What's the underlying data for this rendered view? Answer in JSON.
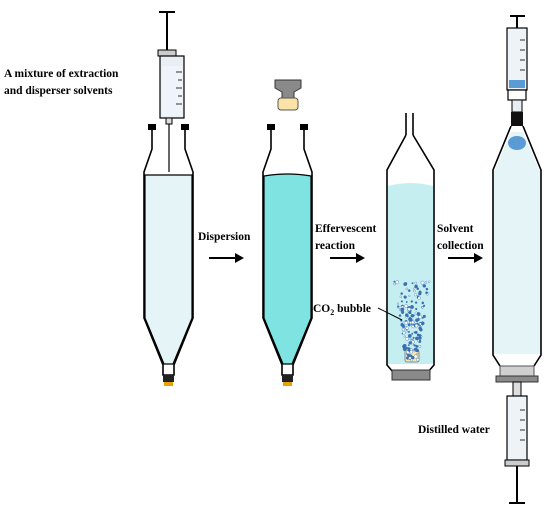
{
  "labels": {
    "solvent_mixture_line1": "A mixture of extraction",
    "solvent_mixture_line2": "and disperser solvents",
    "dispersion": "Dispersion",
    "effervescent_line1": "Effervescent",
    "effervescent_line2": "reaction",
    "co2_prefix": "CO",
    "co2_subscript": "2",
    "co2_suffix": " bubble",
    "collection_line1": "Solvent",
    "collection_line2": "collection",
    "distilled_water": "Distilled water"
  },
  "colors": {
    "liquid_light": "#e4f4f7",
    "liquid_cyan": "#7fe3e1",
    "liquid_effervescent": "#c4eef0",
    "solvent_blue": "#5b9bd5",
    "outline": "#000000",
    "tip_orange": "#e8a200",
    "cap_gray": "#8a8a8a",
    "bubble_blue": "#3a6fb0"
  }
}
